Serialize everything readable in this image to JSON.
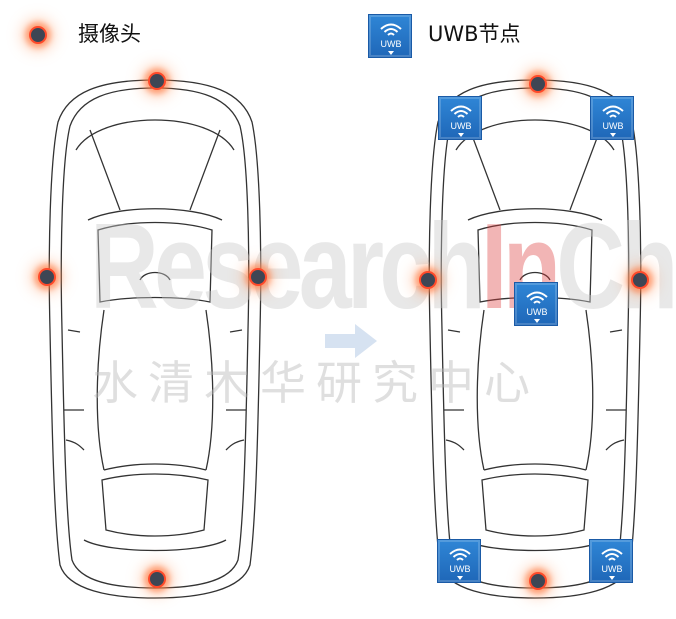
{
  "legend": {
    "camera_label": "摄像头",
    "uwb_label": "UWB节点"
  },
  "icons": {
    "camera": "camera-dot-icon",
    "uwb": "uwb-node-icon",
    "uwb_text": "UWB"
  },
  "watermark": {
    "en_part1": "Research",
    "en_part2": "In",
    "en_part3": "China",
    "cn": "水清木华研究中心"
  },
  "colors": {
    "camera_fill": "#3e4654",
    "camera_glow": "#ff4a2a",
    "uwb_blue": "#2478c8"
  }
}
